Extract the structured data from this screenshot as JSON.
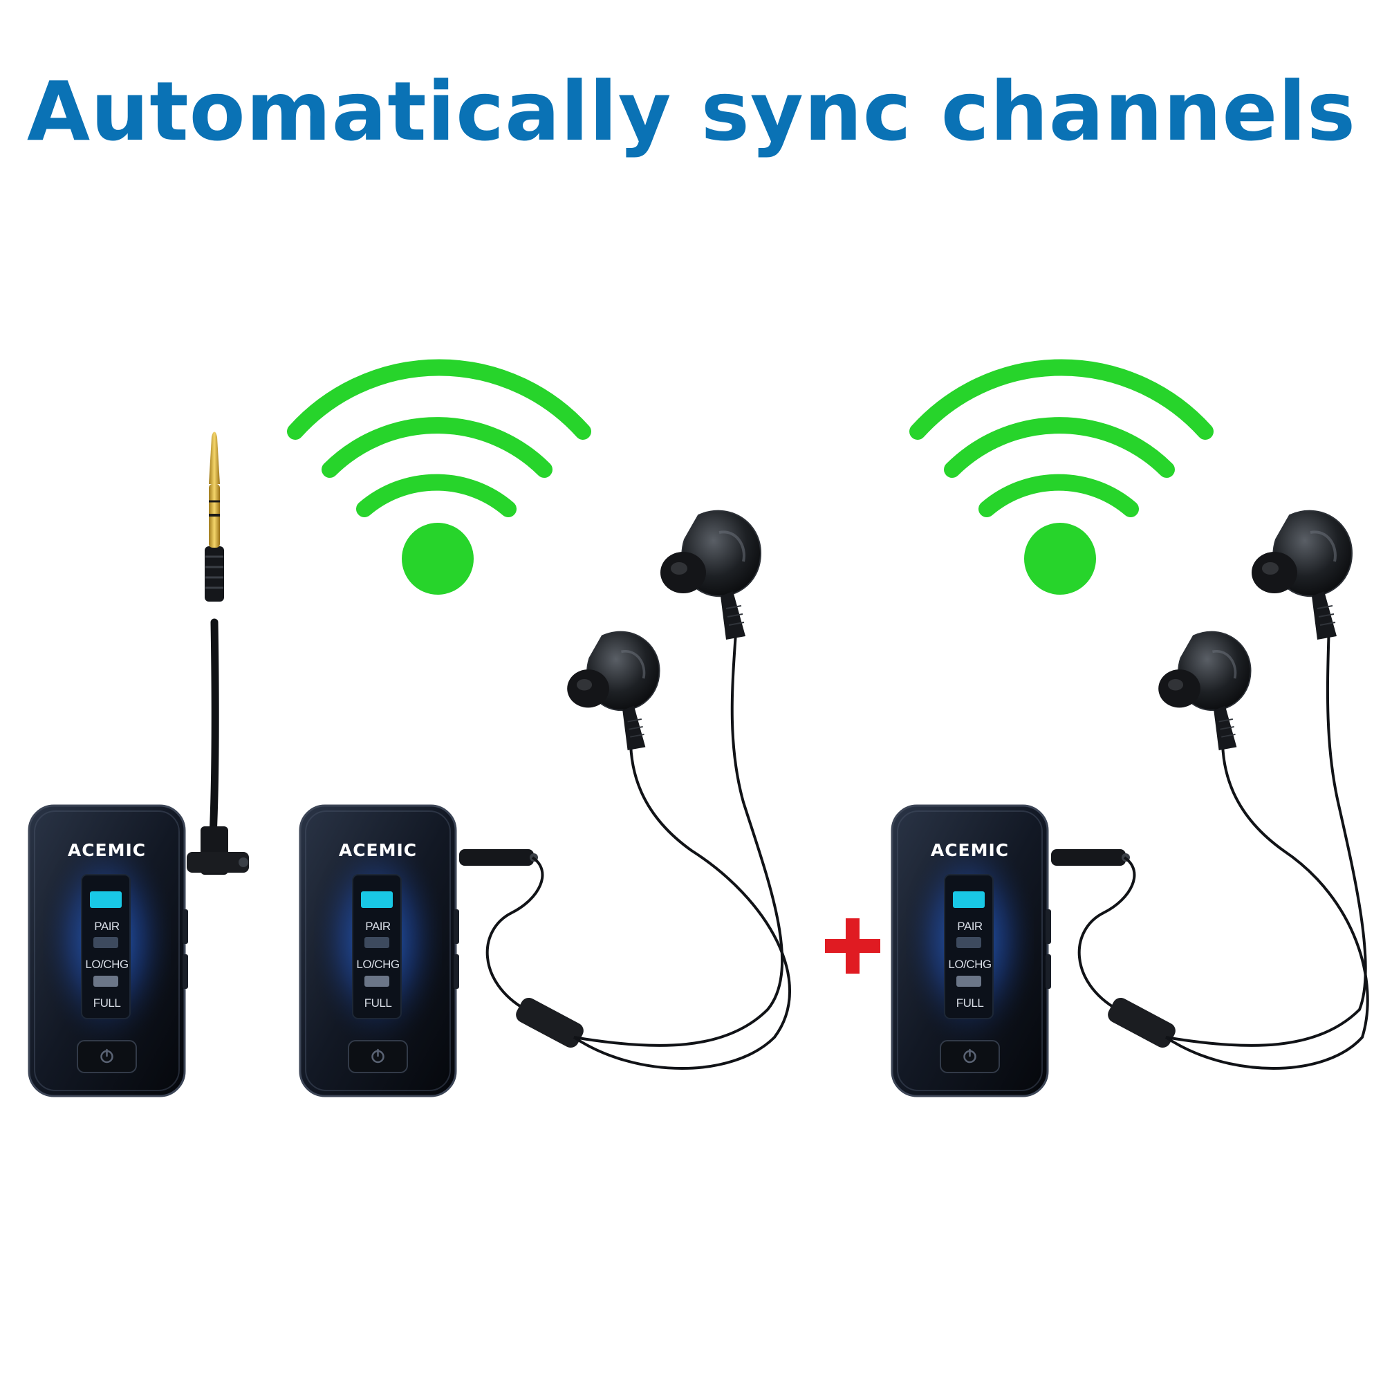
{
  "headline": "Automatically sync channels",
  "brand": "ACEMIC",
  "led_labels": {
    "pair": "PAIR",
    "lo_chg": "LO/CHG",
    "full": "FULL"
  },
  "colors": {
    "headline": "#0a72b5",
    "wireless_signal": "#27d42b",
    "plus_sign": "#e01b22",
    "pair_led": "#19c8e6"
  },
  "icons": {
    "signal": "wireless-signal-icon",
    "plus": "plus-icon",
    "power": "power-icon"
  }
}
